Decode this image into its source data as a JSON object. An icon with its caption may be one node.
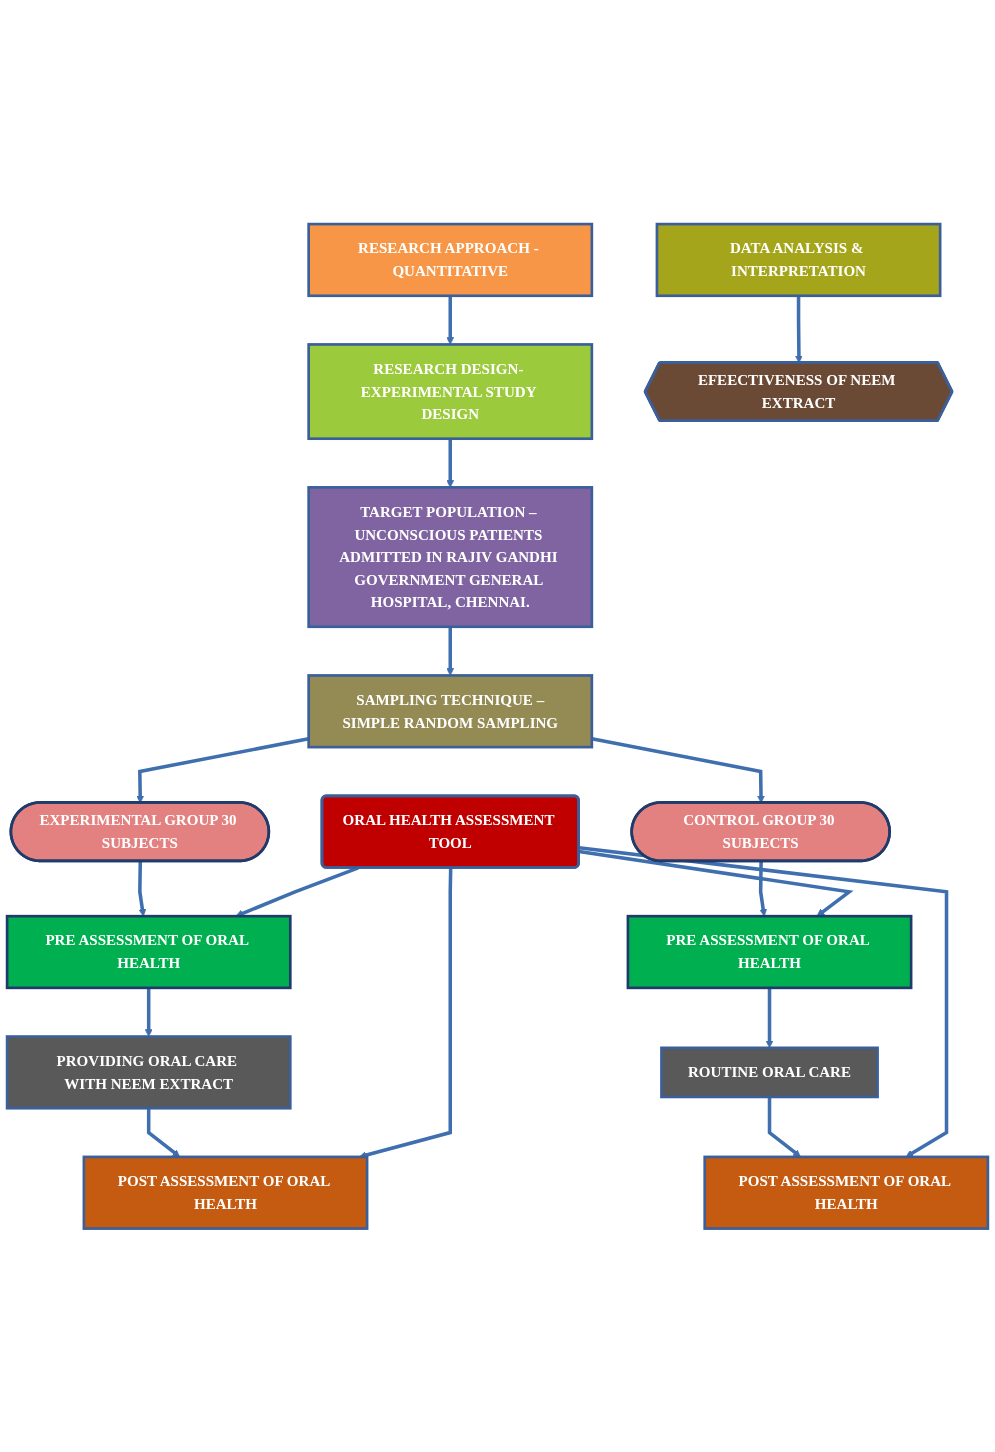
{
  "diagram": {
    "nodes": [
      {
        "text": [
          "RESEARCH APPROACH - QUANTITATIVE"
        ]
      },
      {
        "text": [
          "RESEARCH DESIGN- EXPERIMENTAL STUDY DESIGN"
        ]
      },
      {
        "text": [
          "TARGET POPULATION – UNCONSCIOUS PATIENTS ADMITTED IN RAJIV GANDHI GOVERNMENT GENERAL HOSPITAL, CHENNAI."
        ]
      },
      {
        "text": [
          "SAMPLING TECHNIQUE –SIMPLE RANDOM SAMPLING"
        ]
      },
      {
        "text": [
          "EXPERIMENTAL GROUP 30 SUBJECTS"
        ]
      },
      {
        "text": [
          "CONTROL GROUP 30 SUBJECTS"
        ]
      },
      {
        "text": [
          "PRE ASSESSMENT OF ORAL HEALTH"
        ]
      },
      {
        "text": [
          "PRE ASSESSMENT OF ORAL HEALTH"
        ]
      },
      {
        "text": [
          "ORAL HEALTH ASSESSMENT TOOL"
        ]
      },
      {
        "text": [
          "PROVIDING ORAL CARE WITH NEEM EXTRACT"
        ]
      },
      {
        "text": [
          "ROUTINE ORAL CARE"
        ]
      },
      {
        "text": [
          "POST ASSESSMENT OF ORAL HEALTH"
        ]
      },
      {
        "text": [
          "POST ASSESSMENT OF ORAL HEALTH"
        ]
      },
      {
        "text": [
          "DATA ANALYSIS & INTERPRETATION"
        ]
      },
      {
        "text": [
          "EFEECTIVENESS OF NEEM EXTRACT"
        ]
      }
    ],
    "edges": [
      {
        "from": 0,
        "to": 1,
        "arrow": "to"
      },
      {
        "from": 1,
        "to": 2,
        "arrow": "to"
      },
      {
        "from": 2,
        "to": 3,
        "arrow": "to"
      },
      {
        "from": 3,
        "to": 4,
        "arrow": "to"
      },
      {
        "from": 3,
        "to": 5,
        "arrow": "to"
      },
      {
        "from": 4,
        "to": 6,
        "arrow": "to"
      },
      {
        "from": 5,
        "to": 7,
        "arrow": "to"
      },
      {
        "from": 8,
        "to": 6,
        "arrow": "to"
      },
      {
        "from": 8,
        "to": 7,
        "arrow": "to"
      },
      {
        "from": 6,
        "to": 9,
        "arrow": "to"
      },
      {
        "from": 7,
        "to": 10,
        "arrow": "to"
      },
      {
        "from": 9,
        "to": 11,
        "arrow": "to"
      },
      {
        "from": 10,
        "to": 12,
        "arrow": "to"
      },
      {
        "from": 8,
        "to": 11,
        "arrow": "to"
      },
      {
        "from": 8,
        "to": 12,
        "arrow": "to"
      },
      {
        "from": 13,
        "to": 14,
        "arrow": "to"
      }
    ]
  }
}
